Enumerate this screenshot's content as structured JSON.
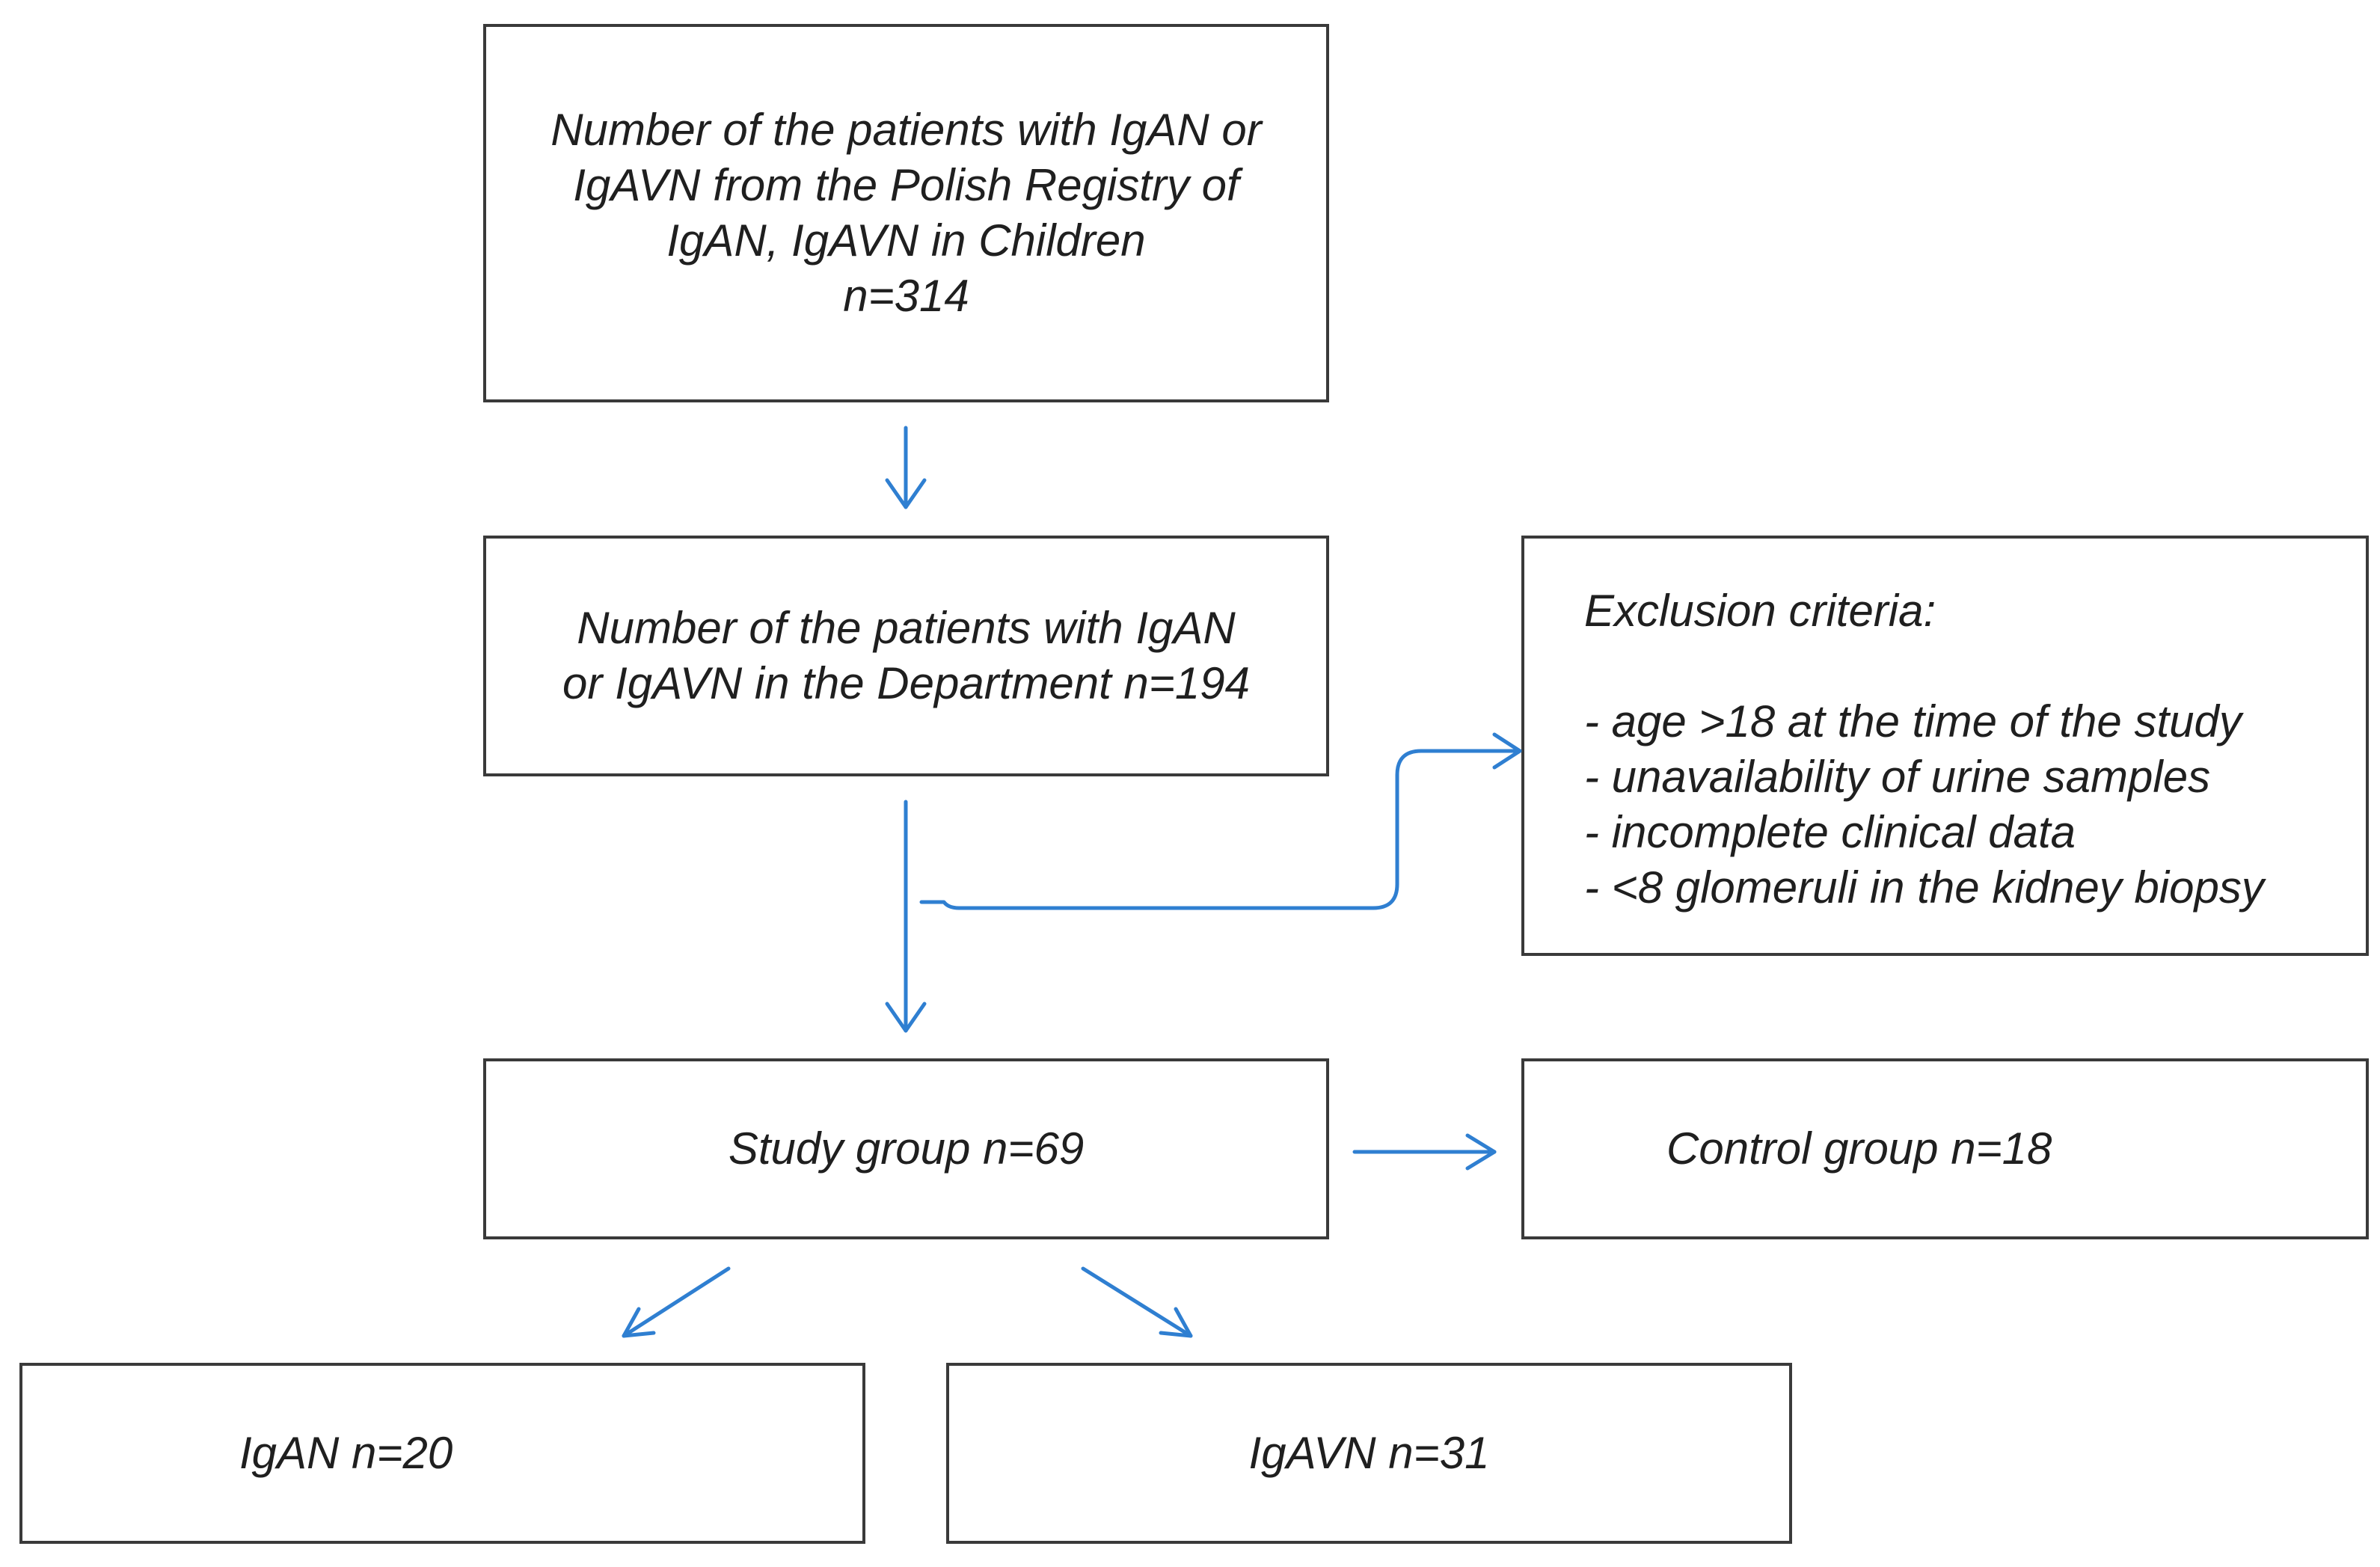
{
  "flowchart": {
    "registry_box": {
      "text": "Number of the patients with IgAN or\nIgAVN from the Polish Registry of\nIgAN, IgAVN in Children\nn=314"
    },
    "department_box": {
      "text": "Number of the patients with IgAN\nor IgAVN in the Department n=194"
    },
    "exclusion_box": {
      "title": "Exclusion criteria:",
      "items": [
        "- age >18 at the time of the study",
        "- unavailability of urine samples",
        "- incomplete clinical data",
        "- <8 glomeruli in the kidney biopsy"
      ]
    },
    "study_box": {
      "text": "Study group n=69"
    },
    "control_box": {
      "text": "Control group n=18"
    },
    "igan_box": {
      "text": "IgAN n=20"
    },
    "igavn_box": {
      "text": "IgAVN n=31"
    }
  },
  "colors": {
    "arrow": "#2f7fd1",
    "box_border": "#3a3a3a",
    "text": "#1f1f1f"
  }
}
